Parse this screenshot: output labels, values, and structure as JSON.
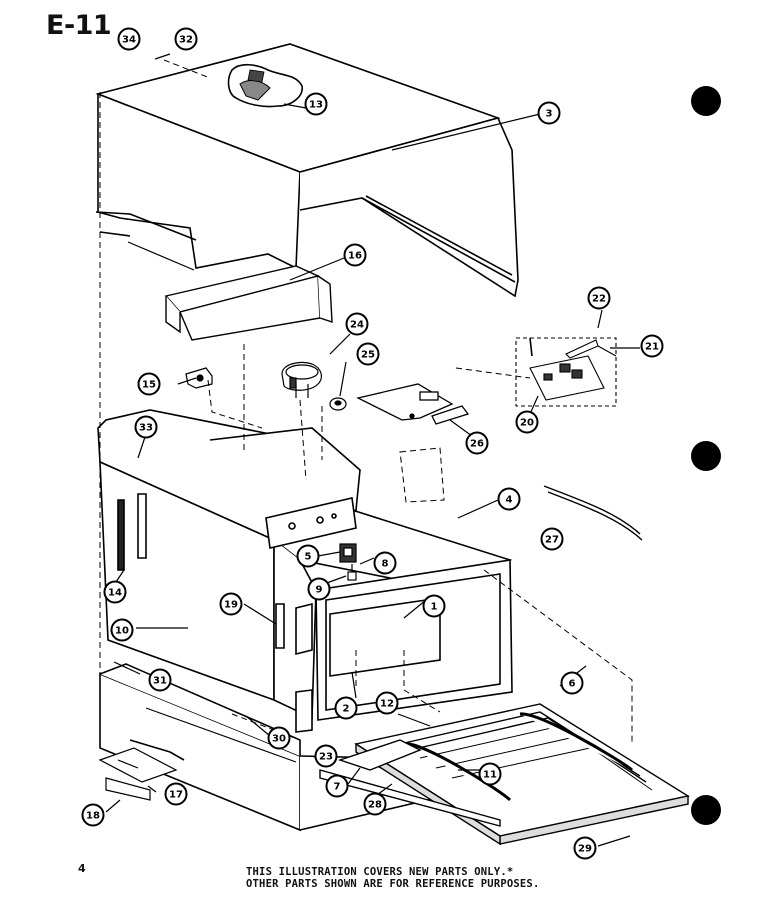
{
  "sheet_id": "E-11",
  "page_number": "4",
  "footer": {
    "line1": "THIS ILLUSTRATION COVERS NEW PARTS ONLY.*",
    "line2": "OTHER PARTS SHOWN ARE FOR REFERENCE PURPOSES."
  },
  "callouts": [
    "34",
    "32",
    "13",
    "3",
    "16",
    "24",
    "22",
    "21",
    "15",
    "25",
    "20",
    "26",
    "33",
    "4",
    "27",
    "5",
    "8",
    "9",
    "14",
    "19",
    "1",
    "10",
    "31",
    "6",
    "12",
    "2",
    "30",
    "23",
    "11",
    "7",
    "28",
    "17",
    "18",
    "29"
  ]
}
